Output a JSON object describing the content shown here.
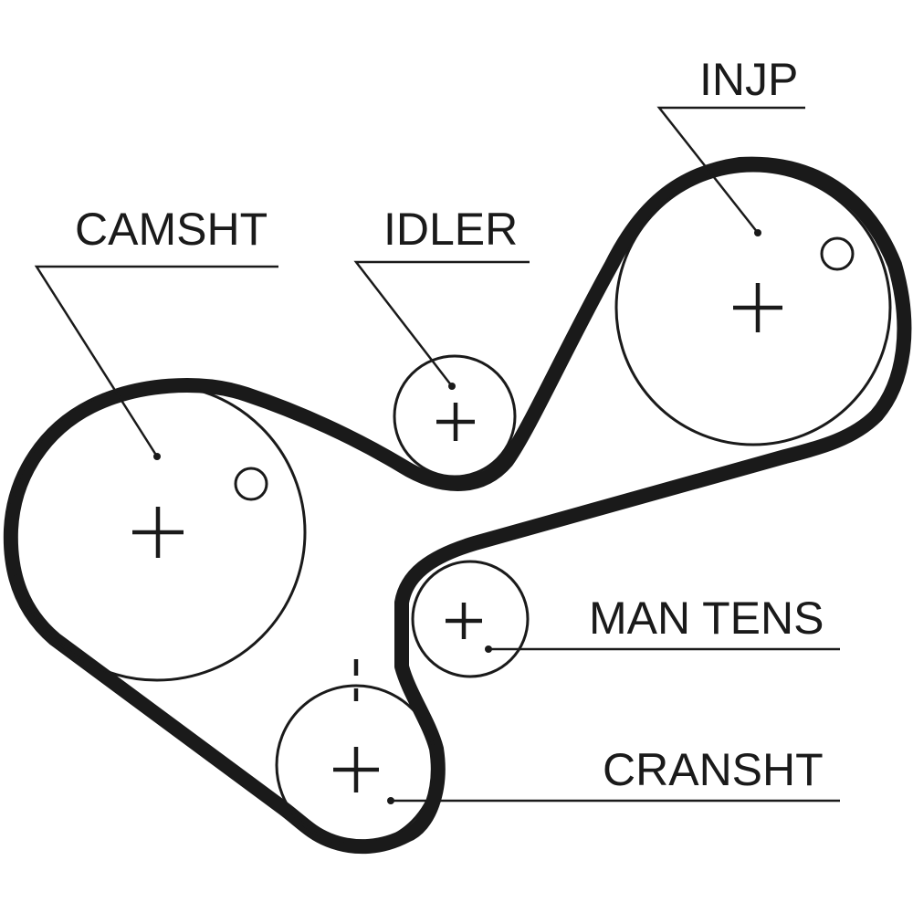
{
  "labels": {
    "camshaft": "CAMSHT",
    "idler": "IDLER",
    "injection_pump": "INJP",
    "manual_tensioner": "MAN TENS",
    "crankshaft": "CRANSHT"
  },
  "colors": {
    "ink": "#1a1a1a",
    "background": "#ffffff"
  }
}
